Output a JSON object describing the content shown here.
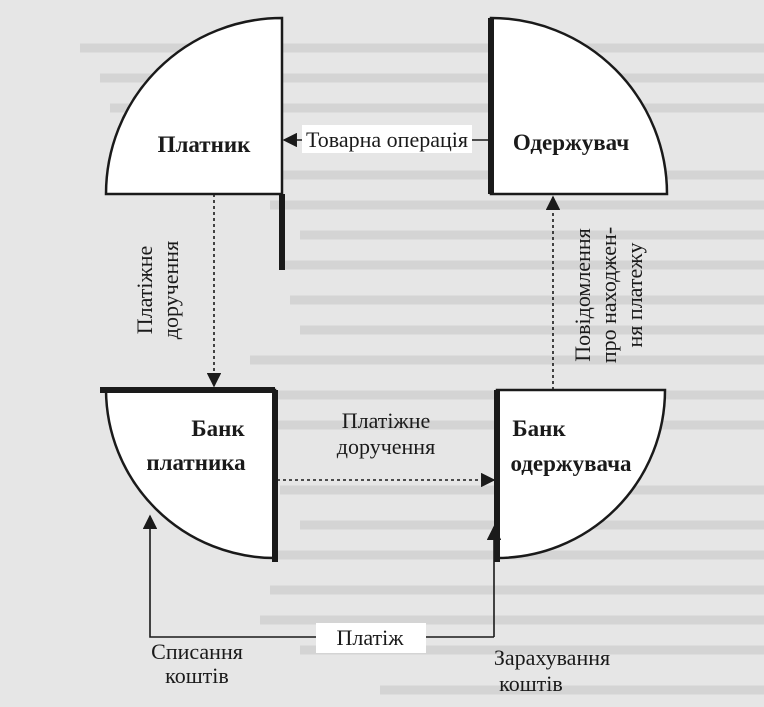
{
  "nodes": {
    "payer": "Платник",
    "receiver": "Одержувач",
    "payer_bank": [
      "Банк",
      "платника"
    ],
    "receiver_bank": [
      "Банк",
      "одержувача"
    ]
  },
  "edges": {
    "commodity_operation": "Товарна операція",
    "payment_order_vertical": [
      "Платіжне",
      "доручення"
    ],
    "payment_order_horizontal": [
      "Платіжне",
      "доручення"
    ],
    "payment_notice": [
      "Повідомлення",
      "про находжен-",
      "ня платежу"
    ],
    "payment": "Платіж",
    "debit": [
      "Списання",
      "коштів"
    ],
    "credit": [
      "Зарахування",
      "коштів"
    ]
  },
  "colors": {
    "shape_fill": "#ffffff",
    "stroke": "#1a1a1a",
    "background": "#e6e6e6"
  }
}
